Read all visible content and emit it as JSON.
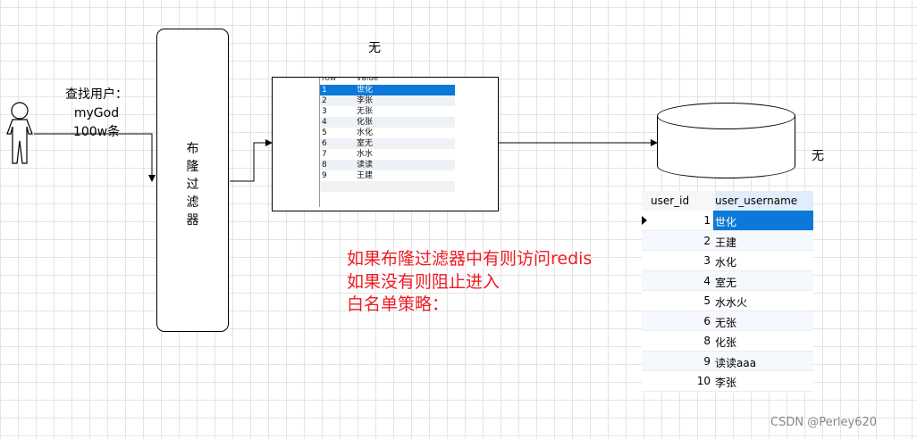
{
  "query": {
    "line1": "查找用户：myGod",
    "line2": "100w条"
  },
  "bloom_filter": {
    "label": "布\n隆\n过\n滤\n器"
  },
  "label_top": "无",
  "label_right": "无",
  "filter_grid": {
    "headers": [
      "row",
      "value"
    ],
    "rows": [
      {
        "n": "1",
        "v": "世化"
      },
      {
        "n": "2",
        "v": "李张"
      },
      {
        "n": "3",
        "v": "无张"
      },
      {
        "n": "4",
        "v": "化张"
      },
      {
        "n": "5",
        "v": "水化"
      },
      {
        "n": "6",
        "v": "室无"
      },
      {
        "n": "7",
        "v": "水水"
      },
      {
        "n": "8",
        "v": "读读"
      },
      {
        "n": "9",
        "v": "王建"
      }
    ]
  },
  "annotation": {
    "line1": "如果布隆过滤器中有则访问redis",
    "line2": "如果没有则阻止进入",
    "line3": "白名单策略："
  },
  "user_table": {
    "col_id": "user_id",
    "col_name": "user_username",
    "rows": [
      {
        "id": "1",
        "name": "世化"
      },
      {
        "id": "2",
        "name": "王建"
      },
      {
        "id": "3",
        "name": "水化"
      },
      {
        "id": "4",
        "name": "室无"
      },
      {
        "id": "5",
        "name": "水水火"
      },
      {
        "id": "6",
        "name": "无张"
      },
      {
        "id": "8",
        "name": "化张"
      },
      {
        "id": "9",
        "name": "读读aaa"
      },
      {
        "id": "10",
        "name": "李张"
      }
    ]
  },
  "watermark": "CSDN @Perley620",
  "colors": {
    "annotation": "#ee1c24",
    "selection": "#0c79d8"
  }
}
